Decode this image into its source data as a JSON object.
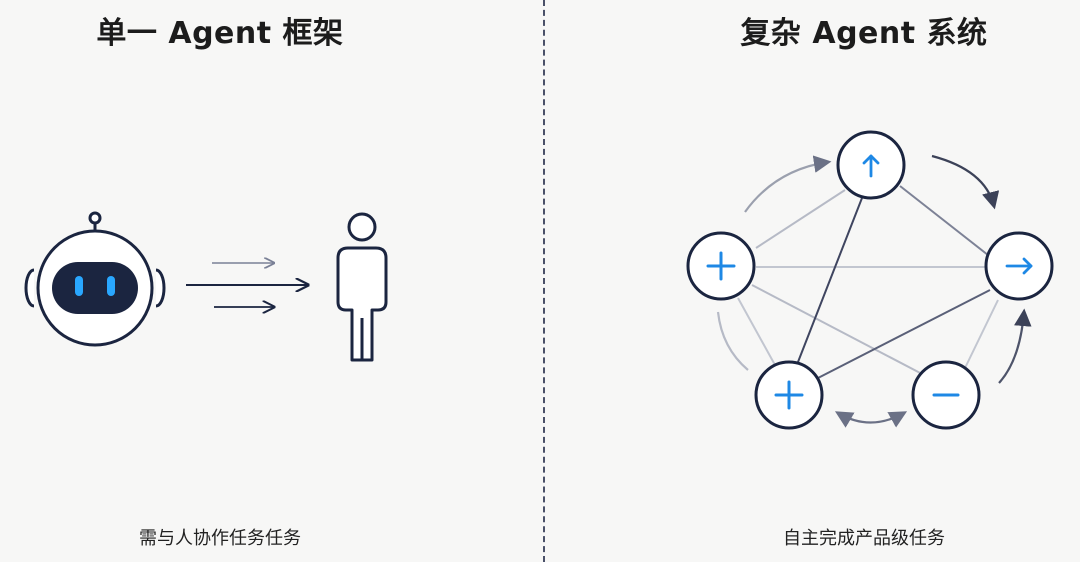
{
  "left_panel": {
    "title": "单一 Agent 框架",
    "caption": "需与人协作任务任务"
  },
  "right_panel": {
    "title": "复杂 Agent 系统",
    "caption": "自主完成产品级任务"
  },
  "colors": {
    "navy": "#1b2540",
    "accent_blue": "#1e88e5",
    "line_gray": "#b4b8c4",
    "line_dark": "#4a5068"
  },
  "icons": {
    "robot": "robot-icon",
    "person": "person-icon",
    "up": "up-arrow-icon",
    "right": "right-arrow-icon",
    "plus": "plus-icon",
    "minus": "minus-icon"
  }
}
